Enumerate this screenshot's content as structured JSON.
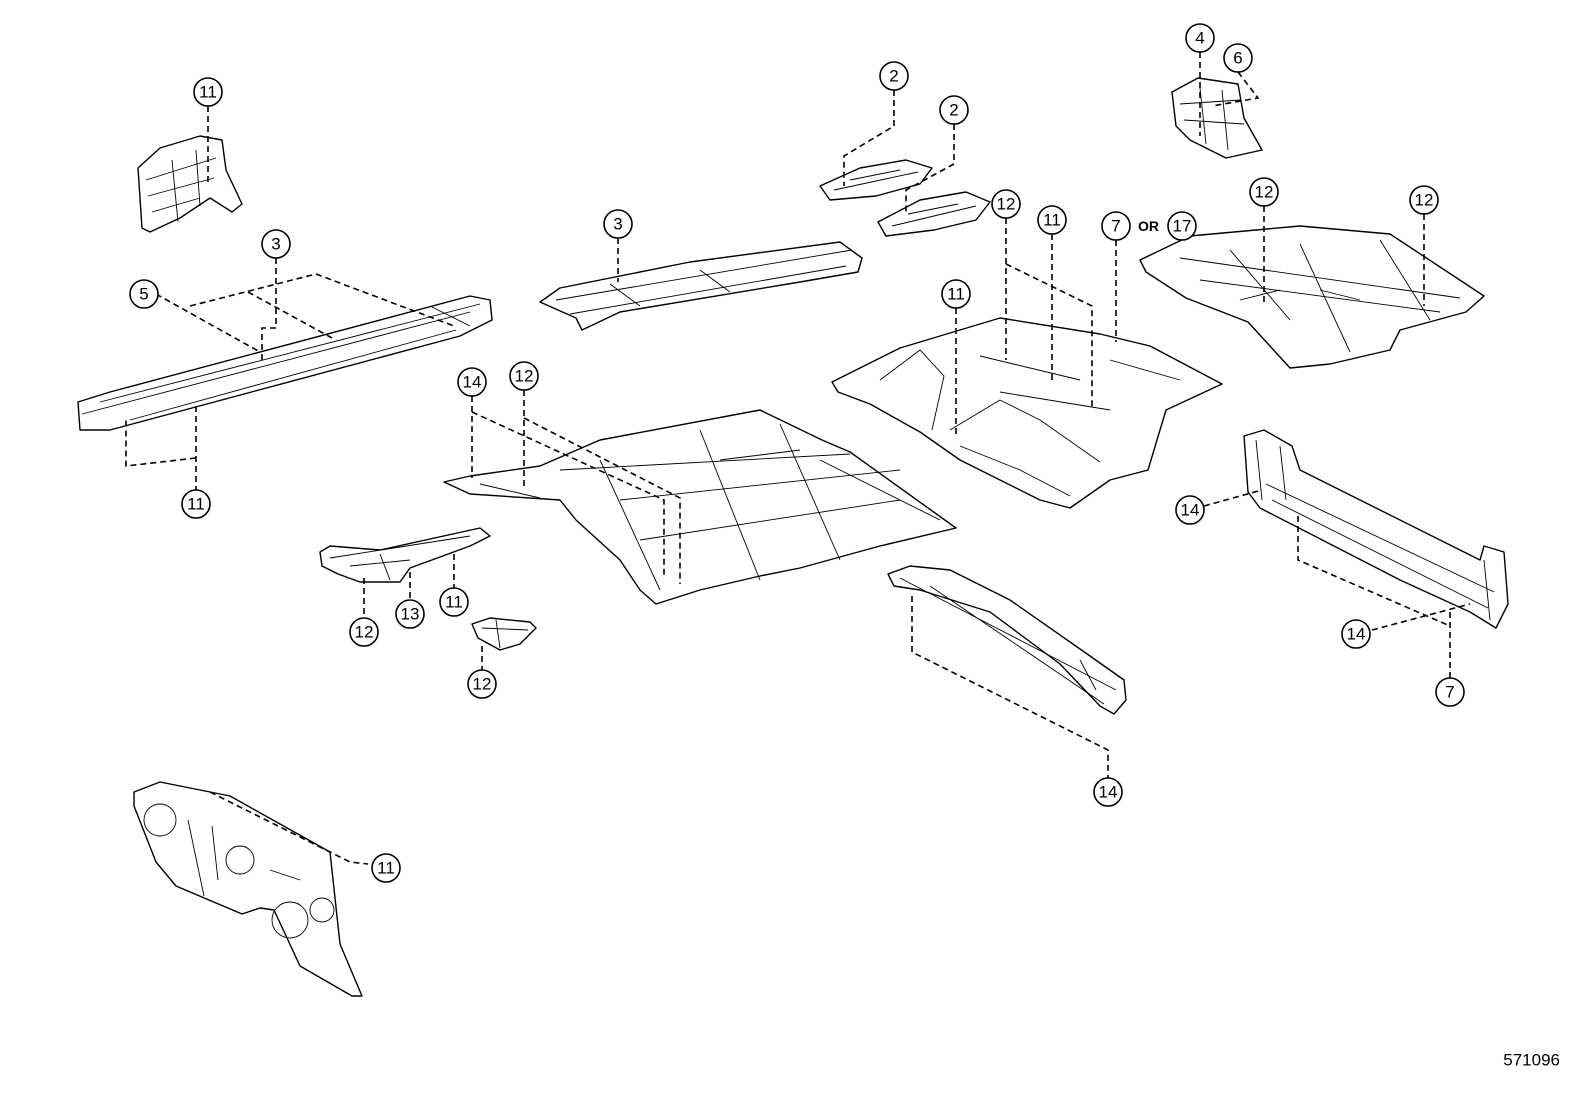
{
  "figure_id": "571096",
  "or_label": "OR",
  "callouts": [
    "11",
    "3",
    "5",
    "11",
    "3",
    "2",
    "2",
    "4",
    "6",
    "12",
    "11",
    "7",
    "17",
    "12",
    "12",
    "11",
    "14",
    "12",
    "12",
    "13",
    "11",
    "12",
    "14",
    "14",
    "7",
    "14",
    "11"
  ]
}
